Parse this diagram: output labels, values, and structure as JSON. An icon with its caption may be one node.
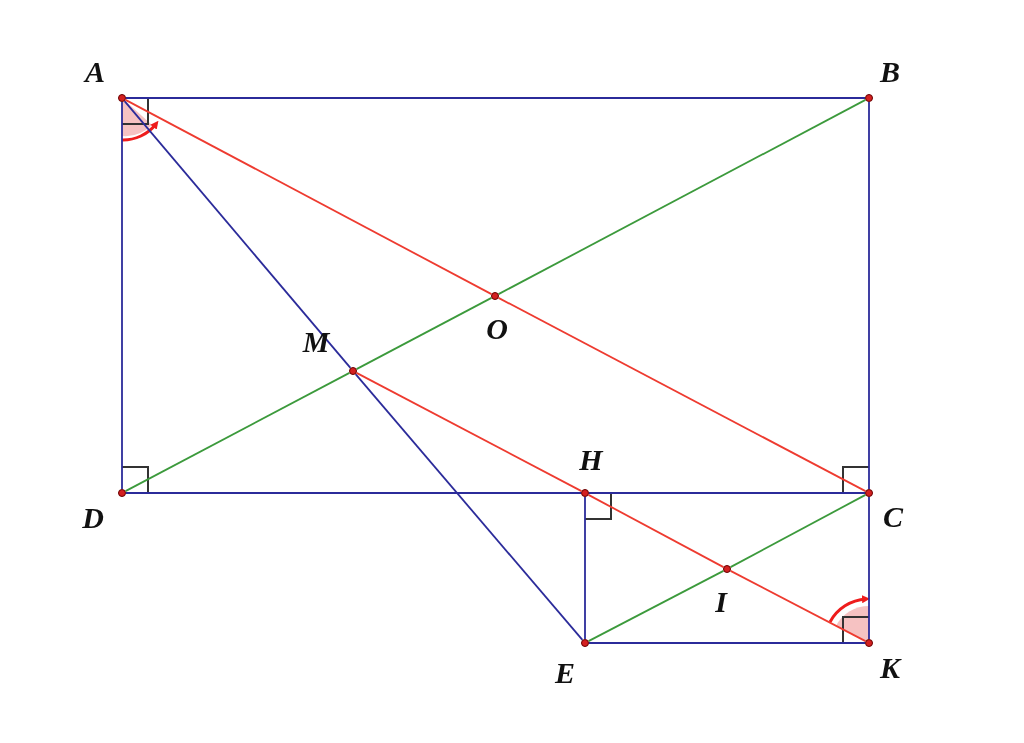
{
  "diagram": {
    "nodes": [
      {
        "text": [],
        "shape": "circle",
        "beside": [
          "A"
        ]
      },
      {
        "text": [],
        "shape": "circle",
        "beside": [
          "B"
        ]
      },
      {
        "text": [],
        "shape": "circle",
        "beside": [
          "O"
        ]
      },
      {
        "text": [],
        "shape": "circle",
        "beside": [
          "M"
        ]
      },
      {
        "text": [],
        "shape": "circle",
        "beside": [
          "H"
        ]
      },
      {
        "text": [],
        "shape": "circle",
        "beside": [
          "D"
        ]
      },
      {
        "text": [],
        "shape": "circle",
        "beside": [
          "C"
        ]
      },
      {
        "text": [],
        "shape": "circle",
        "beside": [
          "I"
        ]
      },
      {
        "text": [],
        "shape": "circle",
        "beside": [
          "E"
        ]
      },
      {
        "text": [],
        "shape": "circle",
        "beside": [
          "K"
        ]
      }
    ],
    "edges": [
      {
        "from": 0,
        "to": 1,
        "arrow": "none"
      },
      {
        "from": 1,
        "to": 6,
        "arrow": "none"
      },
      {
        "from": 6,
        "to": 4,
        "arrow": "none"
      },
      {
        "from": 4,
        "to": 5,
        "arrow": "none"
      },
      {
        "from": 5,
        "to": 0,
        "arrow": "none"
      },
      {
        "from": 0,
        "to": 3,
        "arrow": "none"
      },
      {
        "from": 3,
        "to": 8,
        "arrow": "none"
      },
      {
        "from": 4,
        "to": 8,
        "arrow": "none"
      },
      {
        "from": 8,
        "to": 9,
        "arrow": "none"
      },
      {
        "from": 9,
        "to": 6,
        "arrow": "none"
      },
      {
        "from": 0,
        "to": 2,
        "arrow": "none",
        "color": "#ee3b30"
      },
      {
        "from": 2,
        "to": 6,
        "arrow": "none",
        "color": "#ee3b30"
      },
      {
        "from": 3,
        "to": 4,
        "arrow": "none",
        "color": "#ee3b30"
      },
      {
        "from": 4,
        "to": 7,
        "arrow": "none",
        "color": "#ee3b30"
      },
      {
        "from": 7,
        "to": 9,
        "arrow": "none",
        "color": "#ee3b30"
      },
      {
        "from": 1,
        "to": 2,
        "arrow": "none",
        "color": "#3c9a3c"
      },
      {
        "from": 2,
        "to": 3,
        "arrow": "none",
        "color": "#3c9a3c"
      },
      {
        "from": 3,
        "to": 5,
        "arrow": "none",
        "color": "#3c9a3c"
      },
      {
        "from": 8,
        "to": 7,
        "arrow": "none",
        "color": "#3c9a3c"
      },
      {
        "from": 7,
        "to": 6,
        "arrow": "none",
        "color": "#3c9a3c"
      }
    ]
  }
}
